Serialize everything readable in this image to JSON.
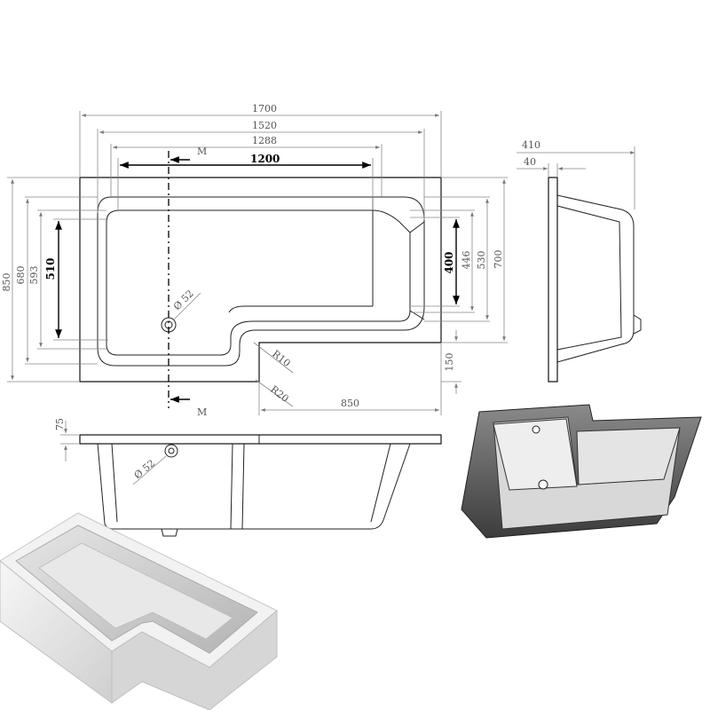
{
  "top_view": {
    "dim_1700": "1700",
    "dim_1520": "1520",
    "dim_1288": "1288",
    "dim_1200": "1200",
    "dim_850_height": "850",
    "dim_680": "680",
    "dim_593": "593",
    "dim_510": "510",
    "dim_400": "400",
    "dim_446": "446",
    "dim_530": "530",
    "dim_700": "700",
    "dim_150": "150",
    "dim_850_width": "850",
    "section_label_top": "M",
    "section_label_bottom": "M",
    "waste_diameter": "Ø 52",
    "radius_10": "R10",
    "radius_20": "R20"
  },
  "side_view": {
    "dim_410": "410",
    "dim_40": "40"
  },
  "front_view": {
    "dim_75": "75",
    "waste_diameter": "Ø 52"
  }
}
